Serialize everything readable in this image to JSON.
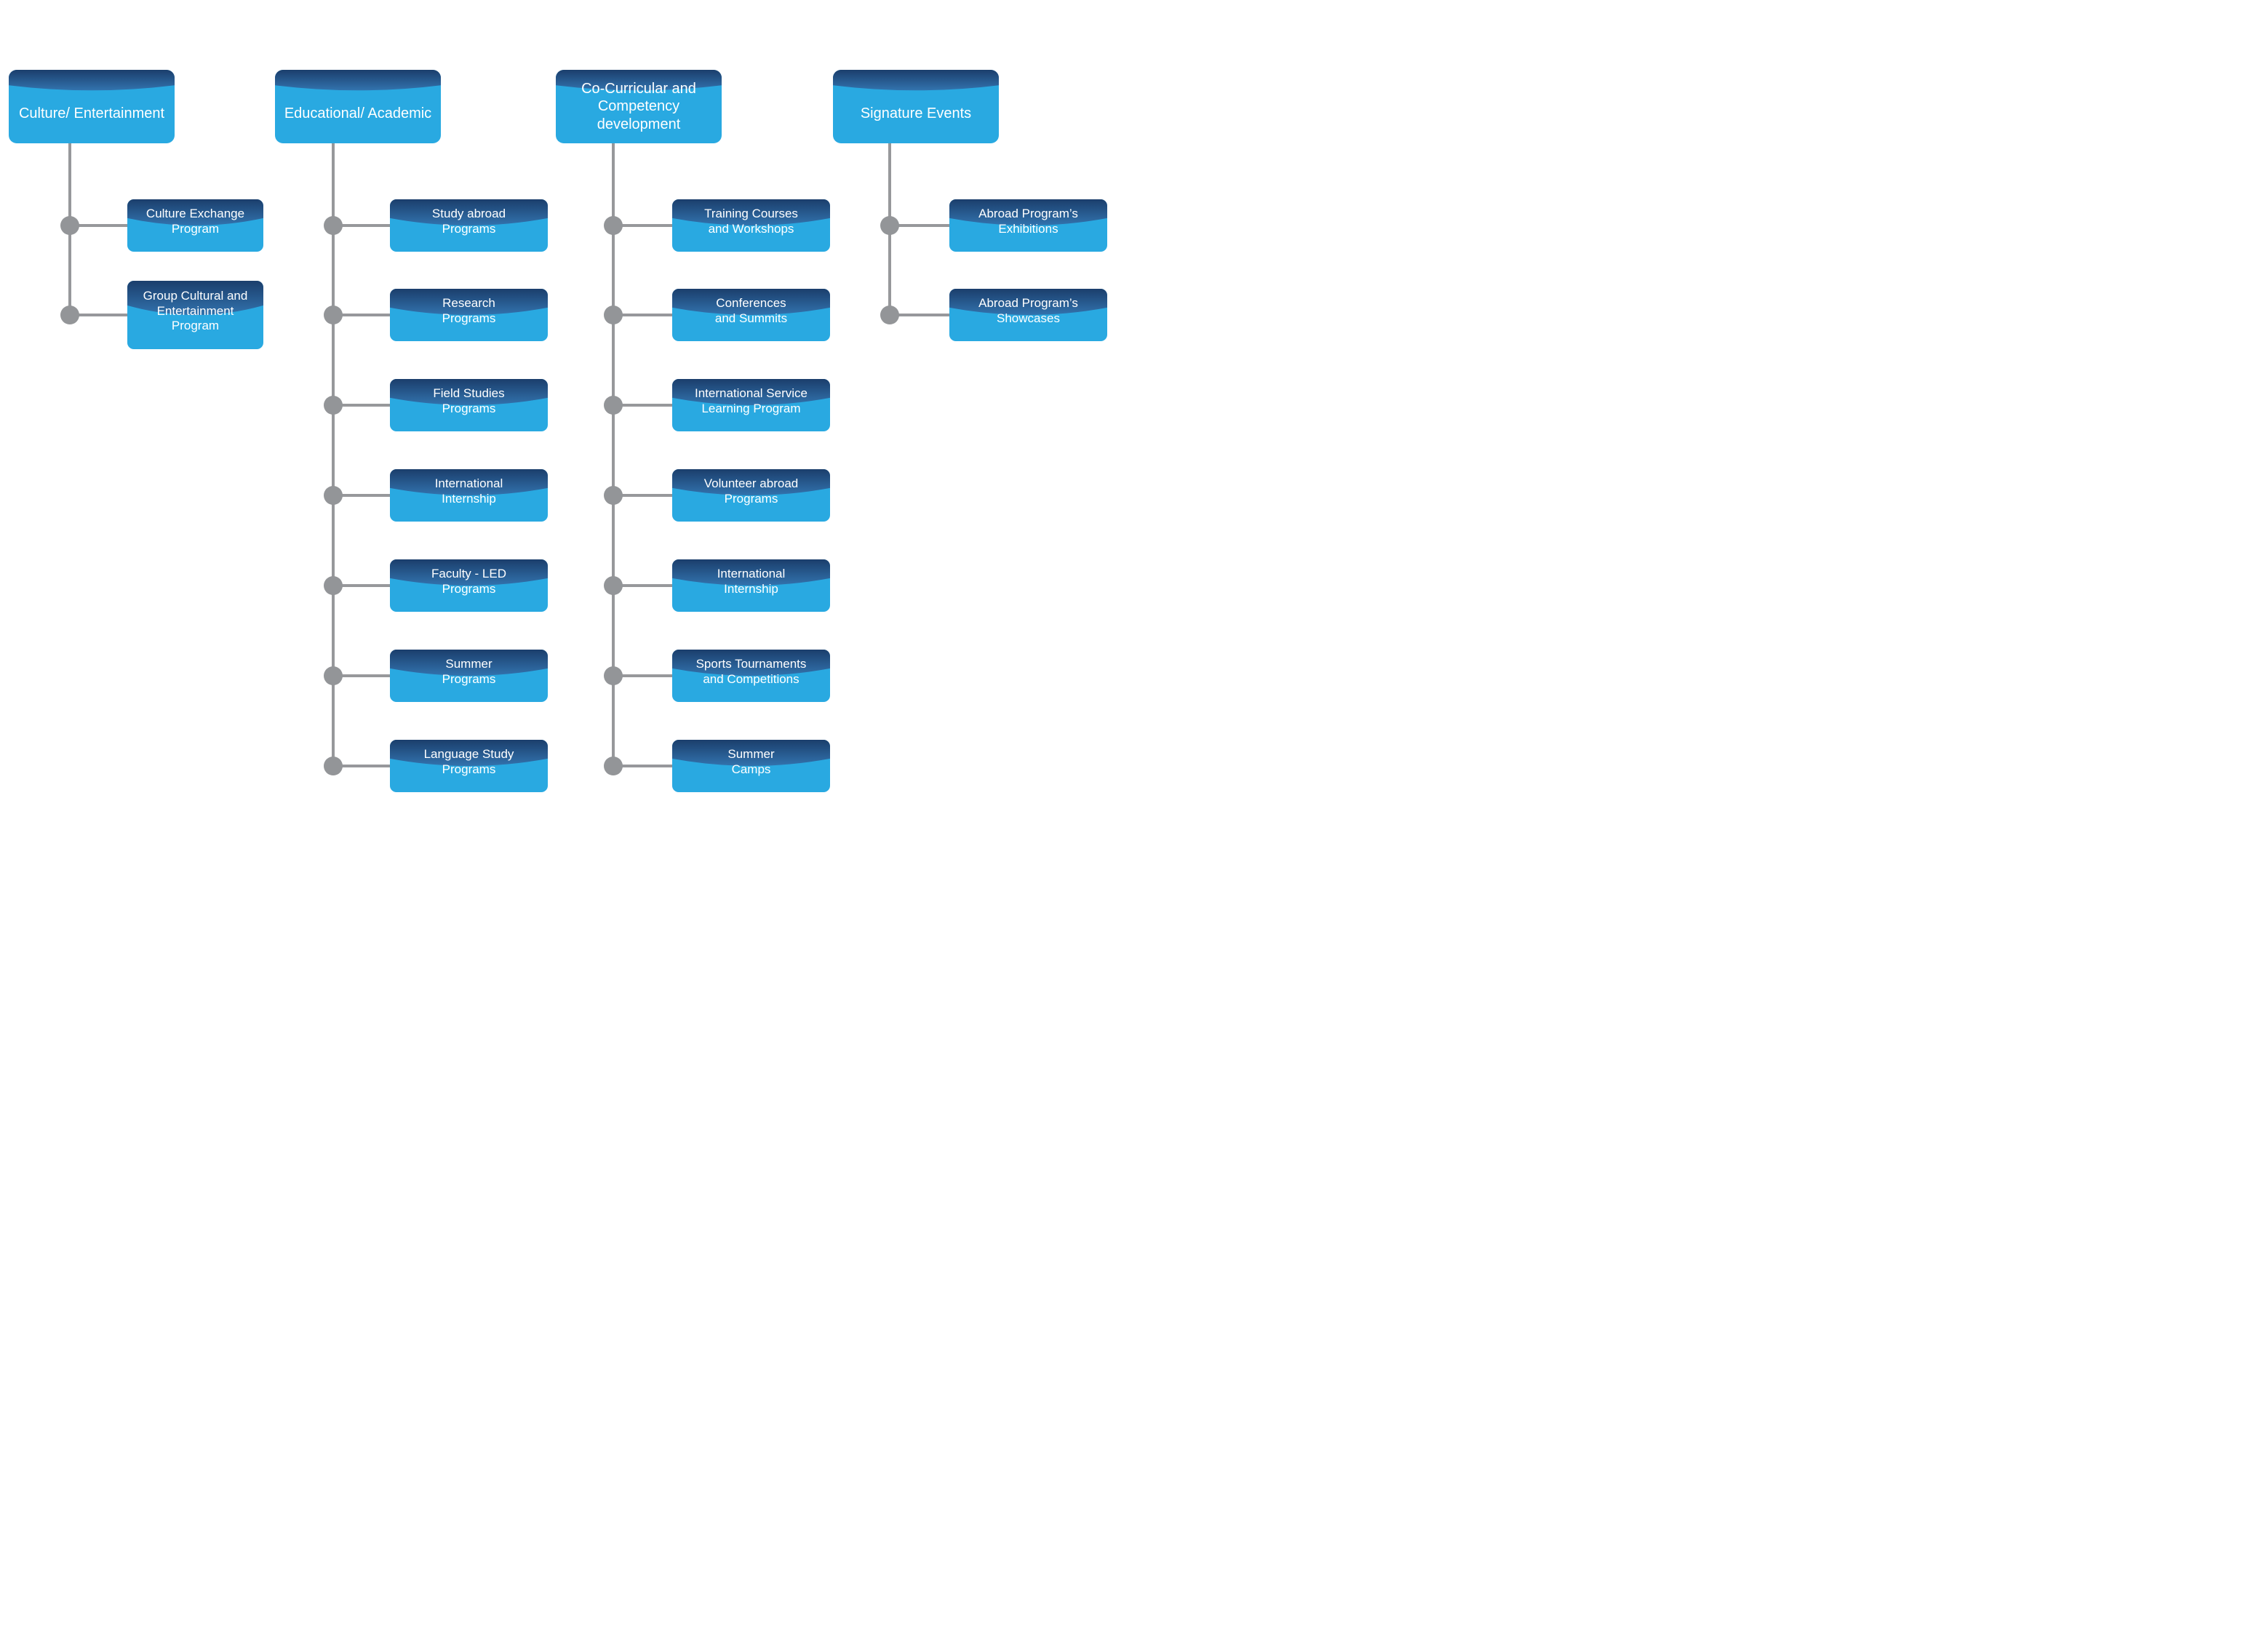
{
  "diagram": {
    "background_color": "#ffffff",
    "connector_color": "#97989b",
    "dot_color": "#939598",
    "box_body_color": "#29a9e1",
    "box_band_top_color": "#1b3e6c",
    "box_band_bottom_color": "#3273ae",
    "text_color": "#ffffff",
    "columns": [
      {
        "header": "Culture/ Entertainment",
        "children": [
          "Culture Exchange\nProgram",
          "Group Cultural and\nEntertainment\nProgram"
        ]
      },
      {
        "header": "Educational/ Academic",
        "children": [
          "Study abroad\nPrograms",
          "Research\nPrograms",
          "Field Studies\nPrograms",
          "International\nInternship",
          "Faculty - LED\nPrograms",
          "Summer\nPrograms",
          "Language Study\nPrograms"
        ]
      },
      {
        "header": "Co-Curricular and\nCompetency development",
        "children": [
          "Training Courses\nand Workshops",
          "Conferences\nand Summits",
          "International Service\nLearning Program",
          "Volunteer abroad\nPrograms",
          "International\nInternship",
          "Sports Tournaments\nand Competitions",
          "Summer\nCamps"
        ]
      },
      {
        "header": "Signature Events",
        "children": [
          "Abroad Program’s\nExhibitions",
          "Abroad Program’s\nShowcases"
        ]
      }
    ]
  }
}
